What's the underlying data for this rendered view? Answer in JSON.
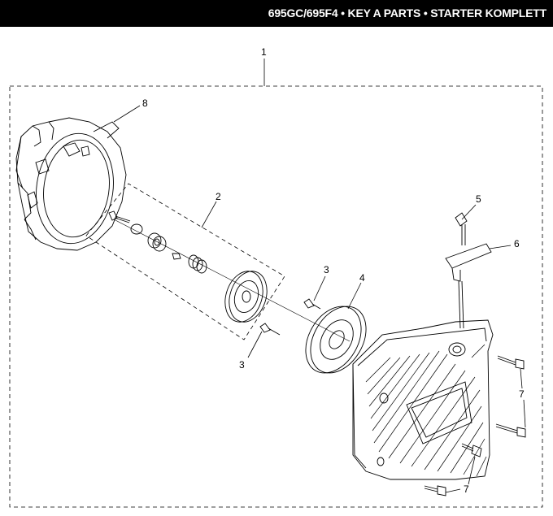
{
  "header": {
    "title": "695GC/695F4 • KEY A PARTS  • STARTER KOMPLETT"
  },
  "callouts": [
    "1",
    "2",
    "3",
    "3",
    "4",
    "5",
    "6",
    "7",
    "7",
    "8"
  ],
  "colors": {
    "header_bg": "#000000",
    "header_text": "#ffffff",
    "line": "#000000"
  }
}
